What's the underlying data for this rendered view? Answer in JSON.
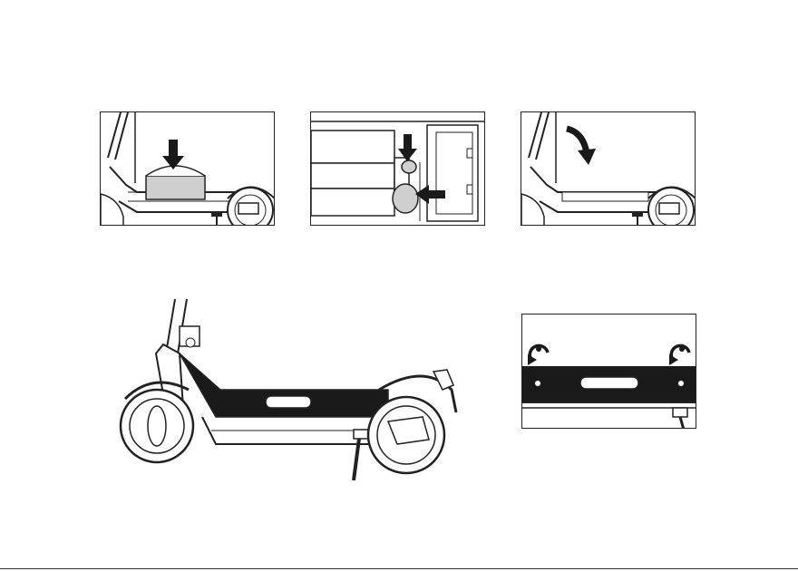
{
  "steps": [
    {
      "id": "insert-battery",
      "arrow": "down"
    },
    {
      "id": "connect-cable",
      "arrow": "down-and-left"
    },
    {
      "id": "close-cover",
      "arrow": "curved-down"
    },
    {
      "id": "assembled-scooter"
    },
    {
      "id": "tighten-screws",
      "arrow": "rotate-clockwise"
    }
  ],
  "colors": {
    "line": "#222222",
    "fill_dark": "#1a1a1a",
    "fill_grey": "#cfcfcf",
    "background": "#ffffff"
  }
}
